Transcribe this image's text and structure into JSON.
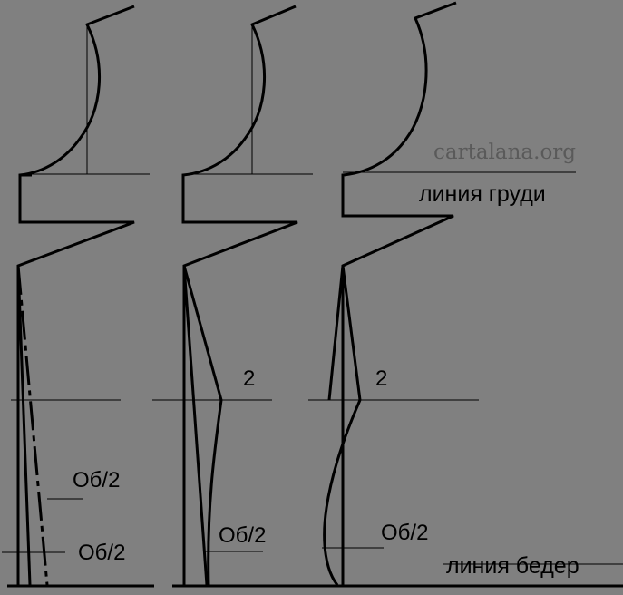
{
  "watermark": "cartalana.org",
  "labels": {
    "bust_line": "линия груди",
    "hip_line": "линия бедер",
    "dart_2_middle": "2",
    "dart_2_right": "2",
    "ob2_left_upper": "Об/2",
    "ob2_left_lower": "Об/2",
    "ob2_middle": "Об/2",
    "ob2_right": "Об/2"
  },
  "colors": {
    "background": "#808080",
    "line": "#000000",
    "watermark": "#5a5a5a"
  }
}
